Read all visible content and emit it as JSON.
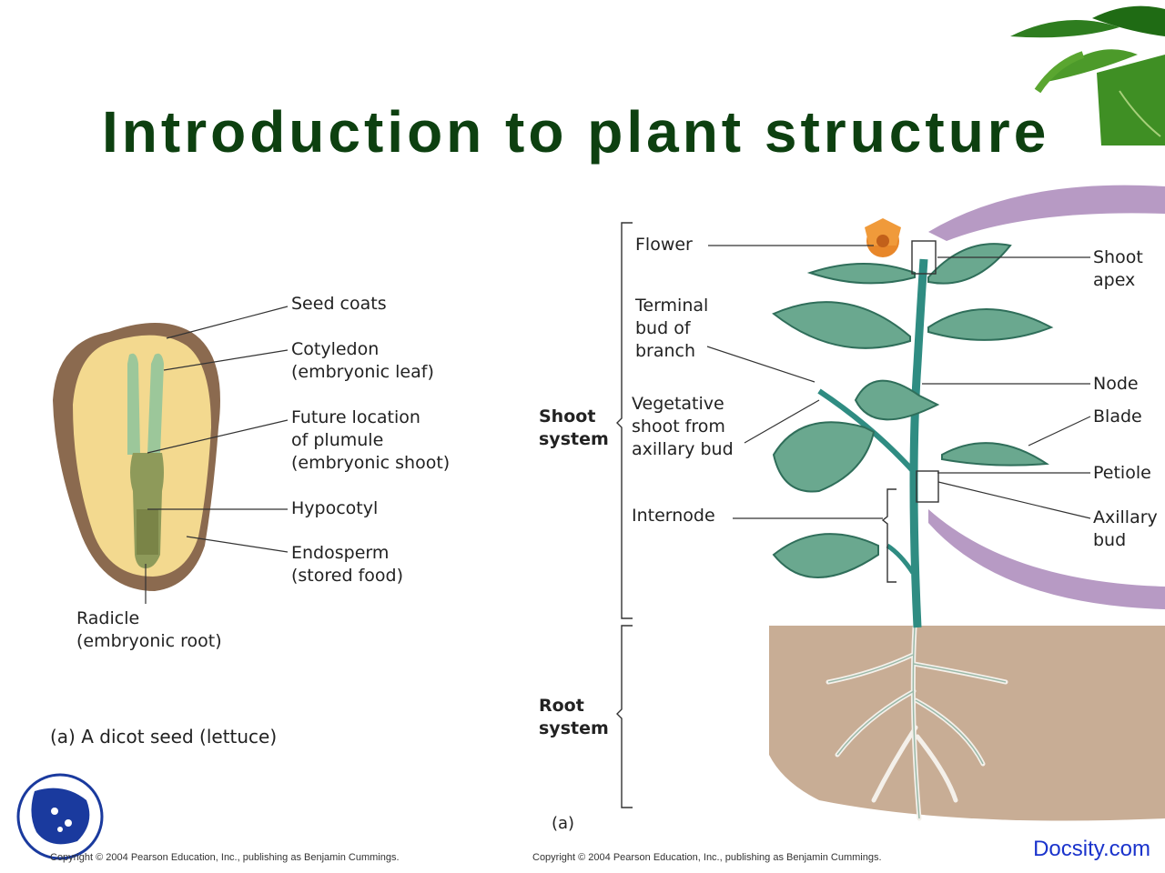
{
  "slide": {
    "title": "Introduction to plant structure"
  },
  "seed": {
    "labels": {
      "seed_coats": "Seed coats",
      "cotyledon": [
        "Cotyledon",
        "(embryonic leaf)"
      ],
      "plumule": [
        "Future location",
        "of plumule",
        "(embryonic shoot)"
      ],
      "hypocotyl": "Hypocotyl",
      "endosperm": [
        "Endosperm",
        "(stored food)"
      ],
      "radicle": [
        "Radicle",
        "(embryonic root)"
      ]
    },
    "caption": "(a) A dicot seed (lettuce)",
    "copyright": "Copyright © 2004 Pearson Education, Inc., publishing as Benjamin Cummings."
  },
  "plant": {
    "labels": {
      "flower": "Flower",
      "terminal_bud": [
        "Terminal",
        "bud of",
        "branch"
      ],
      "vegetative_shoot": [
        "Vegetative",
        "shoot from",
        "axillary bud"
      ],
      "internode": "Internode",
      "shoot_system": [
        "Shoot",
        "system"
      ],
      "root_system": [
        "Root",
        "system"
      ],
      "shoot_apex": [
        "Shoot",
        "apex"
      ],
      "node": "Node",
      "blade": "Blade",
      "petiole": "Petiole",
      "axillary_bud": [
        "Axillary",
        "bud"
      ]
    },
    "caption": "(a)",
    "copyright": "Copyright © 2004 Pearson Education, Inc., publishing as Benjamin Cummings."
  },
  "footer": {
    "brand": "Docsity.com"
  },
  "colors": {
    "title": "#0d4010",
    "stem": "#2f8c82",
    "leaf": "#6aa88f",
    "soil": "#b79a82",
    "seed_coat": "#8b6a4f",
    "endosperm": "#f3d98f",
    "arc": "#b79ac4",
    "logo": "#1a3a9e"
  }
}
